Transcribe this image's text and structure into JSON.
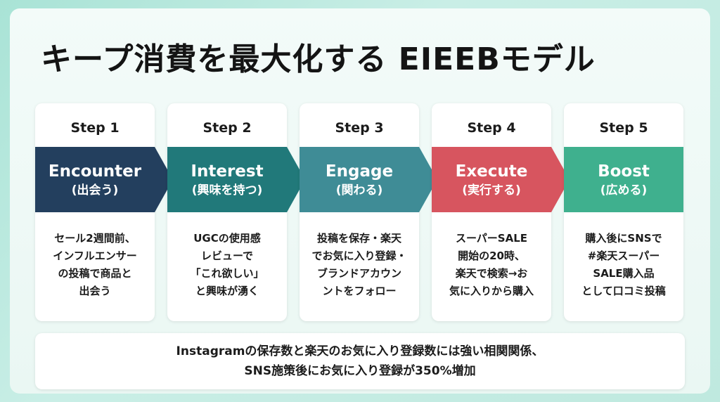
{
  "title": "キープ消費を最大化する EIEEBモデル",
  "colors": {
    "step1": "#233f5e",
    "step2": "#21797a",
    "step3": "#3f8c96",
    "step4": "#d7555f",
    "step5": "#3fb08e"
  },
  "steps": [
    {
      "label": "Step 1",
      "en": "Encounter",
      "jp": "(出会う)",
      "desc": [
        "セール2週間前、",
        "インフルエンサー",
        "の投稿で商品と",
        "出会う"
      ]
    },
    {
      "label": "Step 2",
      "en": "Interest",
      "jp": "(興味を持つ)",
      "desc": [
        "UGCの使用感",
        "レビューで",
        "「これ欲しい」",
        "と興味が湧く"
      ]
    },
    {
      "label": "Step 3",
      "en": "Engage",
      "jp": "(関わる)",
      "desc": [
        "投稿を保存・楽天",
        "でお気に入り登録・",
        "ブランドアカウン",
        "ントをフォロー"
      ]
    },
    {
      "label": "Step 4",
      "en": "Execute",
      "jp": "(実行する)",
      "desc": [
        "スーパーSALE",
        "開始の20時、",
        "楽天で検索→お",
        "気に入りから購入"
      ]
    },
    {
      "label": "Step 5",
      "en": "Boost",
      "jp": "(広める)",
      "desc": [
        "購入後にSNSで",
        "#楽天スーパー",
        "SALE購入品",
        "として口コミ投稿"
      ]
    }
  ],
  "footer": {
    "line1": "Instagramの保存数と楽天のお気に入り登録数には強い相関関係、",
    "line2": "SNS施策後にお気に入り登録が350%増加"
  }
}
